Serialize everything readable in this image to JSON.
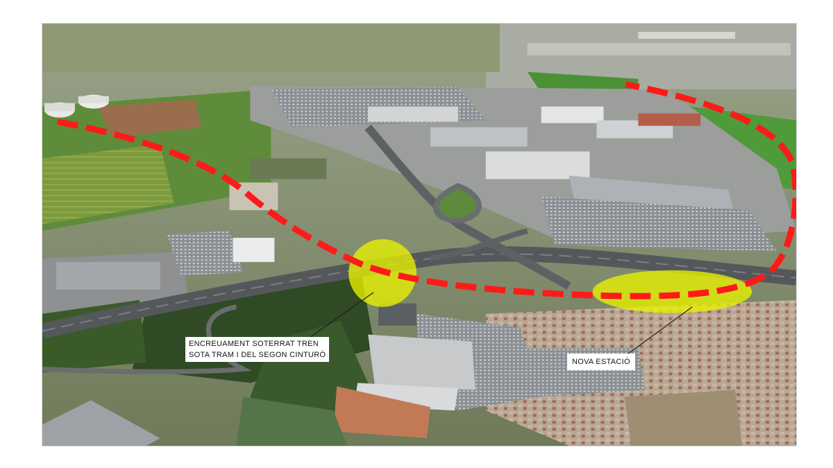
{
  "annotations": {
    "tunnel_label": {
      "line1": "ENCREUAMENT SOTERRAT TREN",
      "line2": "SOTA TRAM I DEL SEGON CINTURÓ"
    },
    "station_label": "NOVA ESTACIÓ"
  },
  "colors": {
    "route_dash": "#ff1a1a",
    "highlight_fill": "#e8f200",
    "callout_line": "#222222",
    "label_background": "#ffffff"
  }
}
